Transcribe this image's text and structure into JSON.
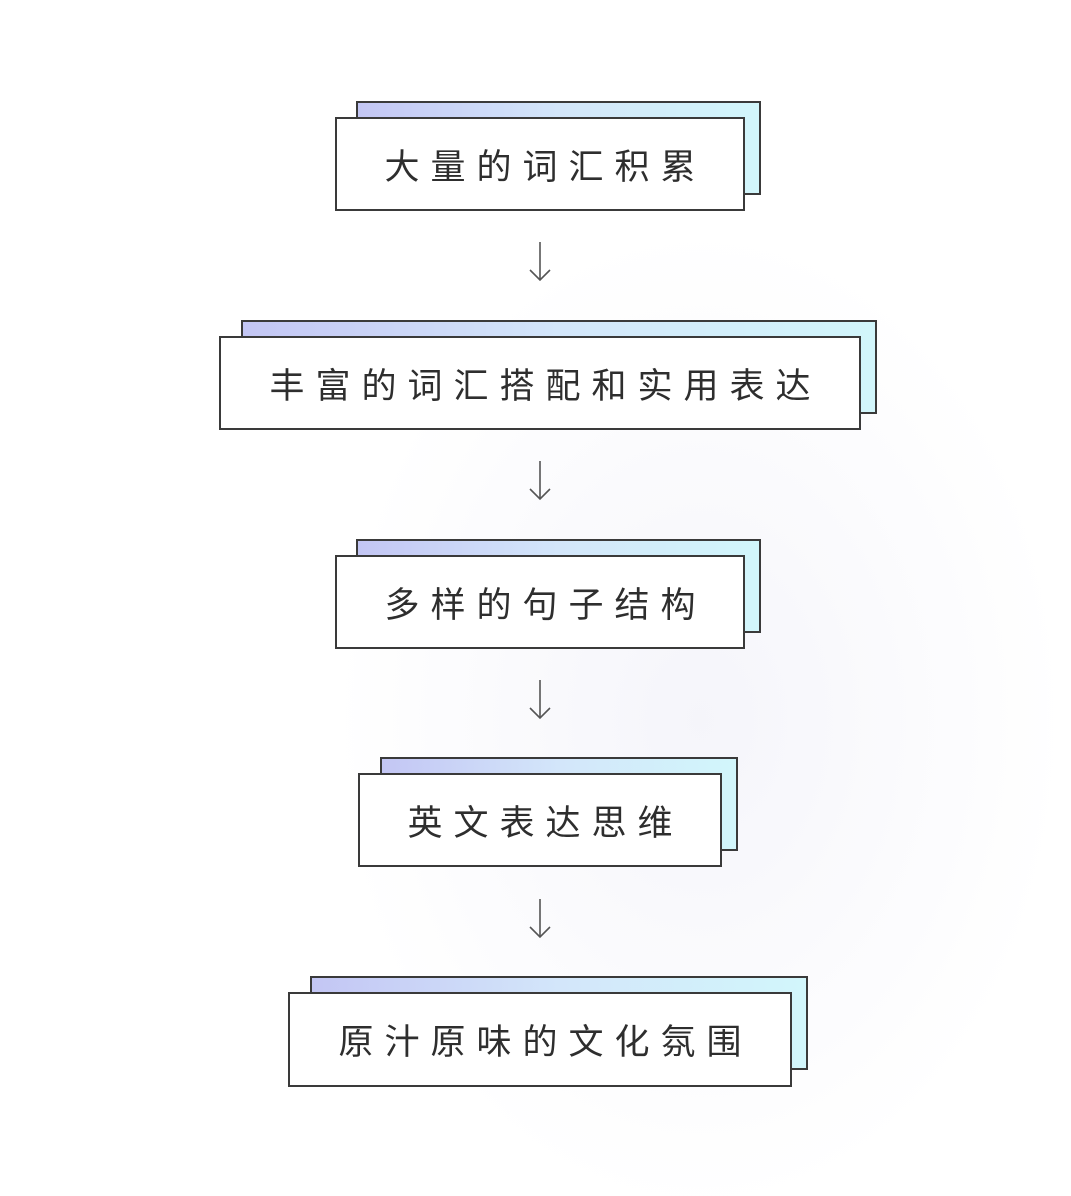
{
  "diagram": {
    "steps": [
      {
        "label": "大量的词汇积累"
      },
      {
        "label": "丰富的词汇搭配和实用表达"
      },
      {
        "label": "多样的句子结构"
      },
      {
        "label": "英文表达思维"
      },
      {
        "label": "原汁原味的文化氛围"
      }
    ],
    "colors": {
      "border": "#3a3a3a",
      "text": "#2e2e2e",
      "gradient_start": "#c3c6f4",
      "gradient_end": "#d2f6fb",
      "arrow": "#555555"
    }
  }
}
